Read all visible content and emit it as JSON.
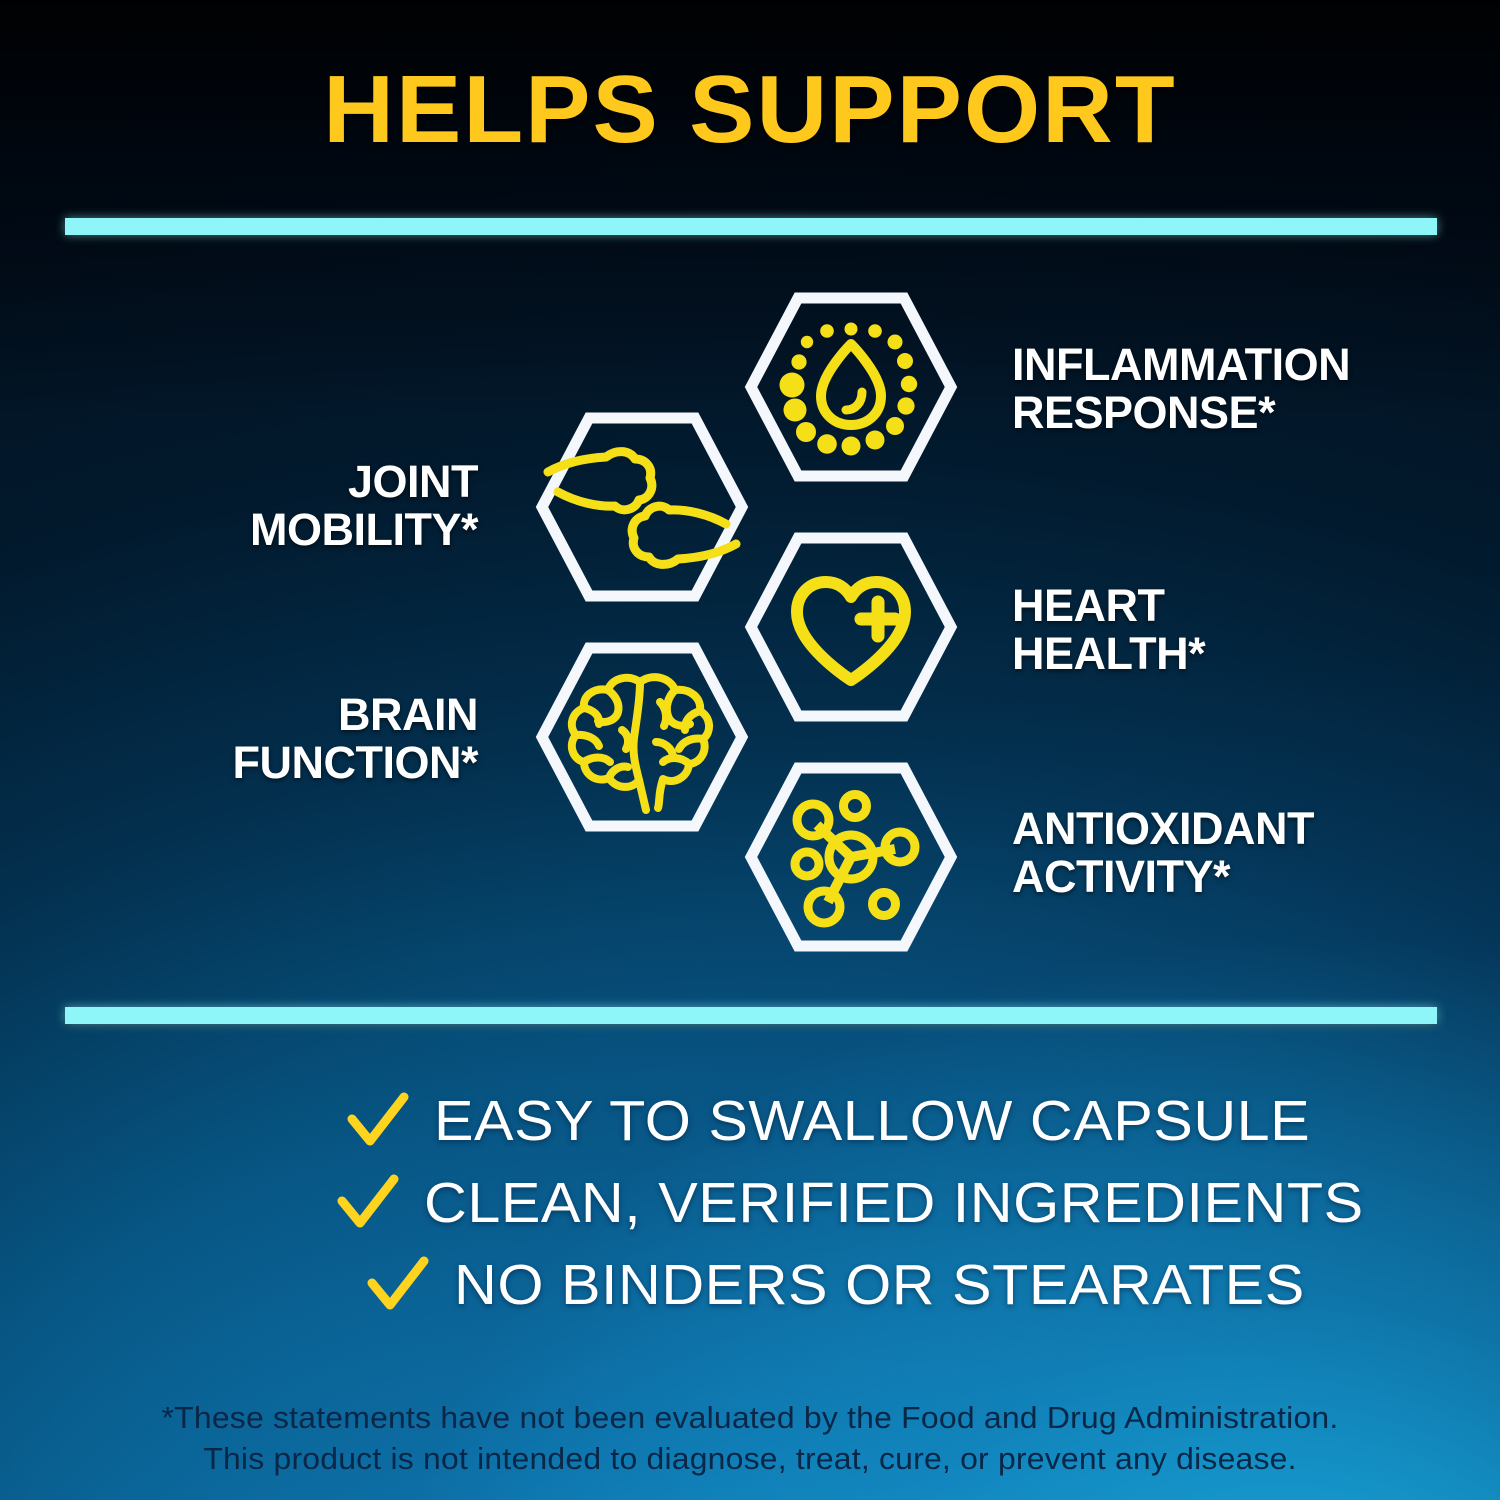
{
  "header": {
    "title": "HELPS SUPPORT"
  },
  "benefits": [
    {
      "id": "inflammation",
      "label": "INFLAMMATION\nRESPONSE*",
      "icon": "droplet-inflammation-icon",
      "side": "right"
    },
    {
      "id": "heart",
      "label": "HEART\nHEALTH*",
      "icon": "heart-plus-icon",
      "side": "right"
    },
    {
      "id": "antioxidant",
      "label": "ANTIOXIDANT\nACTIVITY*",
      "icon": "molecule-icon",
      "side": "right"
    },
    {
      "id": "joint",
      "label": "JOINT\nMOBILITY*",
      "icon": "bone-joint-icon",
      "side": "left"
    },
    {
      "id": "brain",
      "label": "BRAIN\nFUNCTION*",
      "icon": "brain-icon",
      "side": "left"
    }
  ],
  "features": [
    {
      "label": "EASY TO SWALLOW CAPSULE"
    },
    {
      "label": "CLEAN, VERIFIED INGREDIENTS"
    },
    {
      "label": "NO BINDERS OR STEARATES"
    }
  ],
  "disclaimer": {
    "line1": "*These statements have not been evaluated by the Food and Drug Administration.",
    "line2": "This product is not intended to diagnose, treat, cure, or prevent any disease."
  },
  "colors": {
    "title_gold": "#ffc81c",
    "icon_yellow": "#f5e018",
    "hex_outline": "#f4f7fb",
    "rule_cyan": "#8ef6f8",
    "label_white": "#ffffff",
    "disclaimer_navy": "#0a2747",
    "background_top": "#000208",
    "background_bottom": "#12a4d6"
  }
}
